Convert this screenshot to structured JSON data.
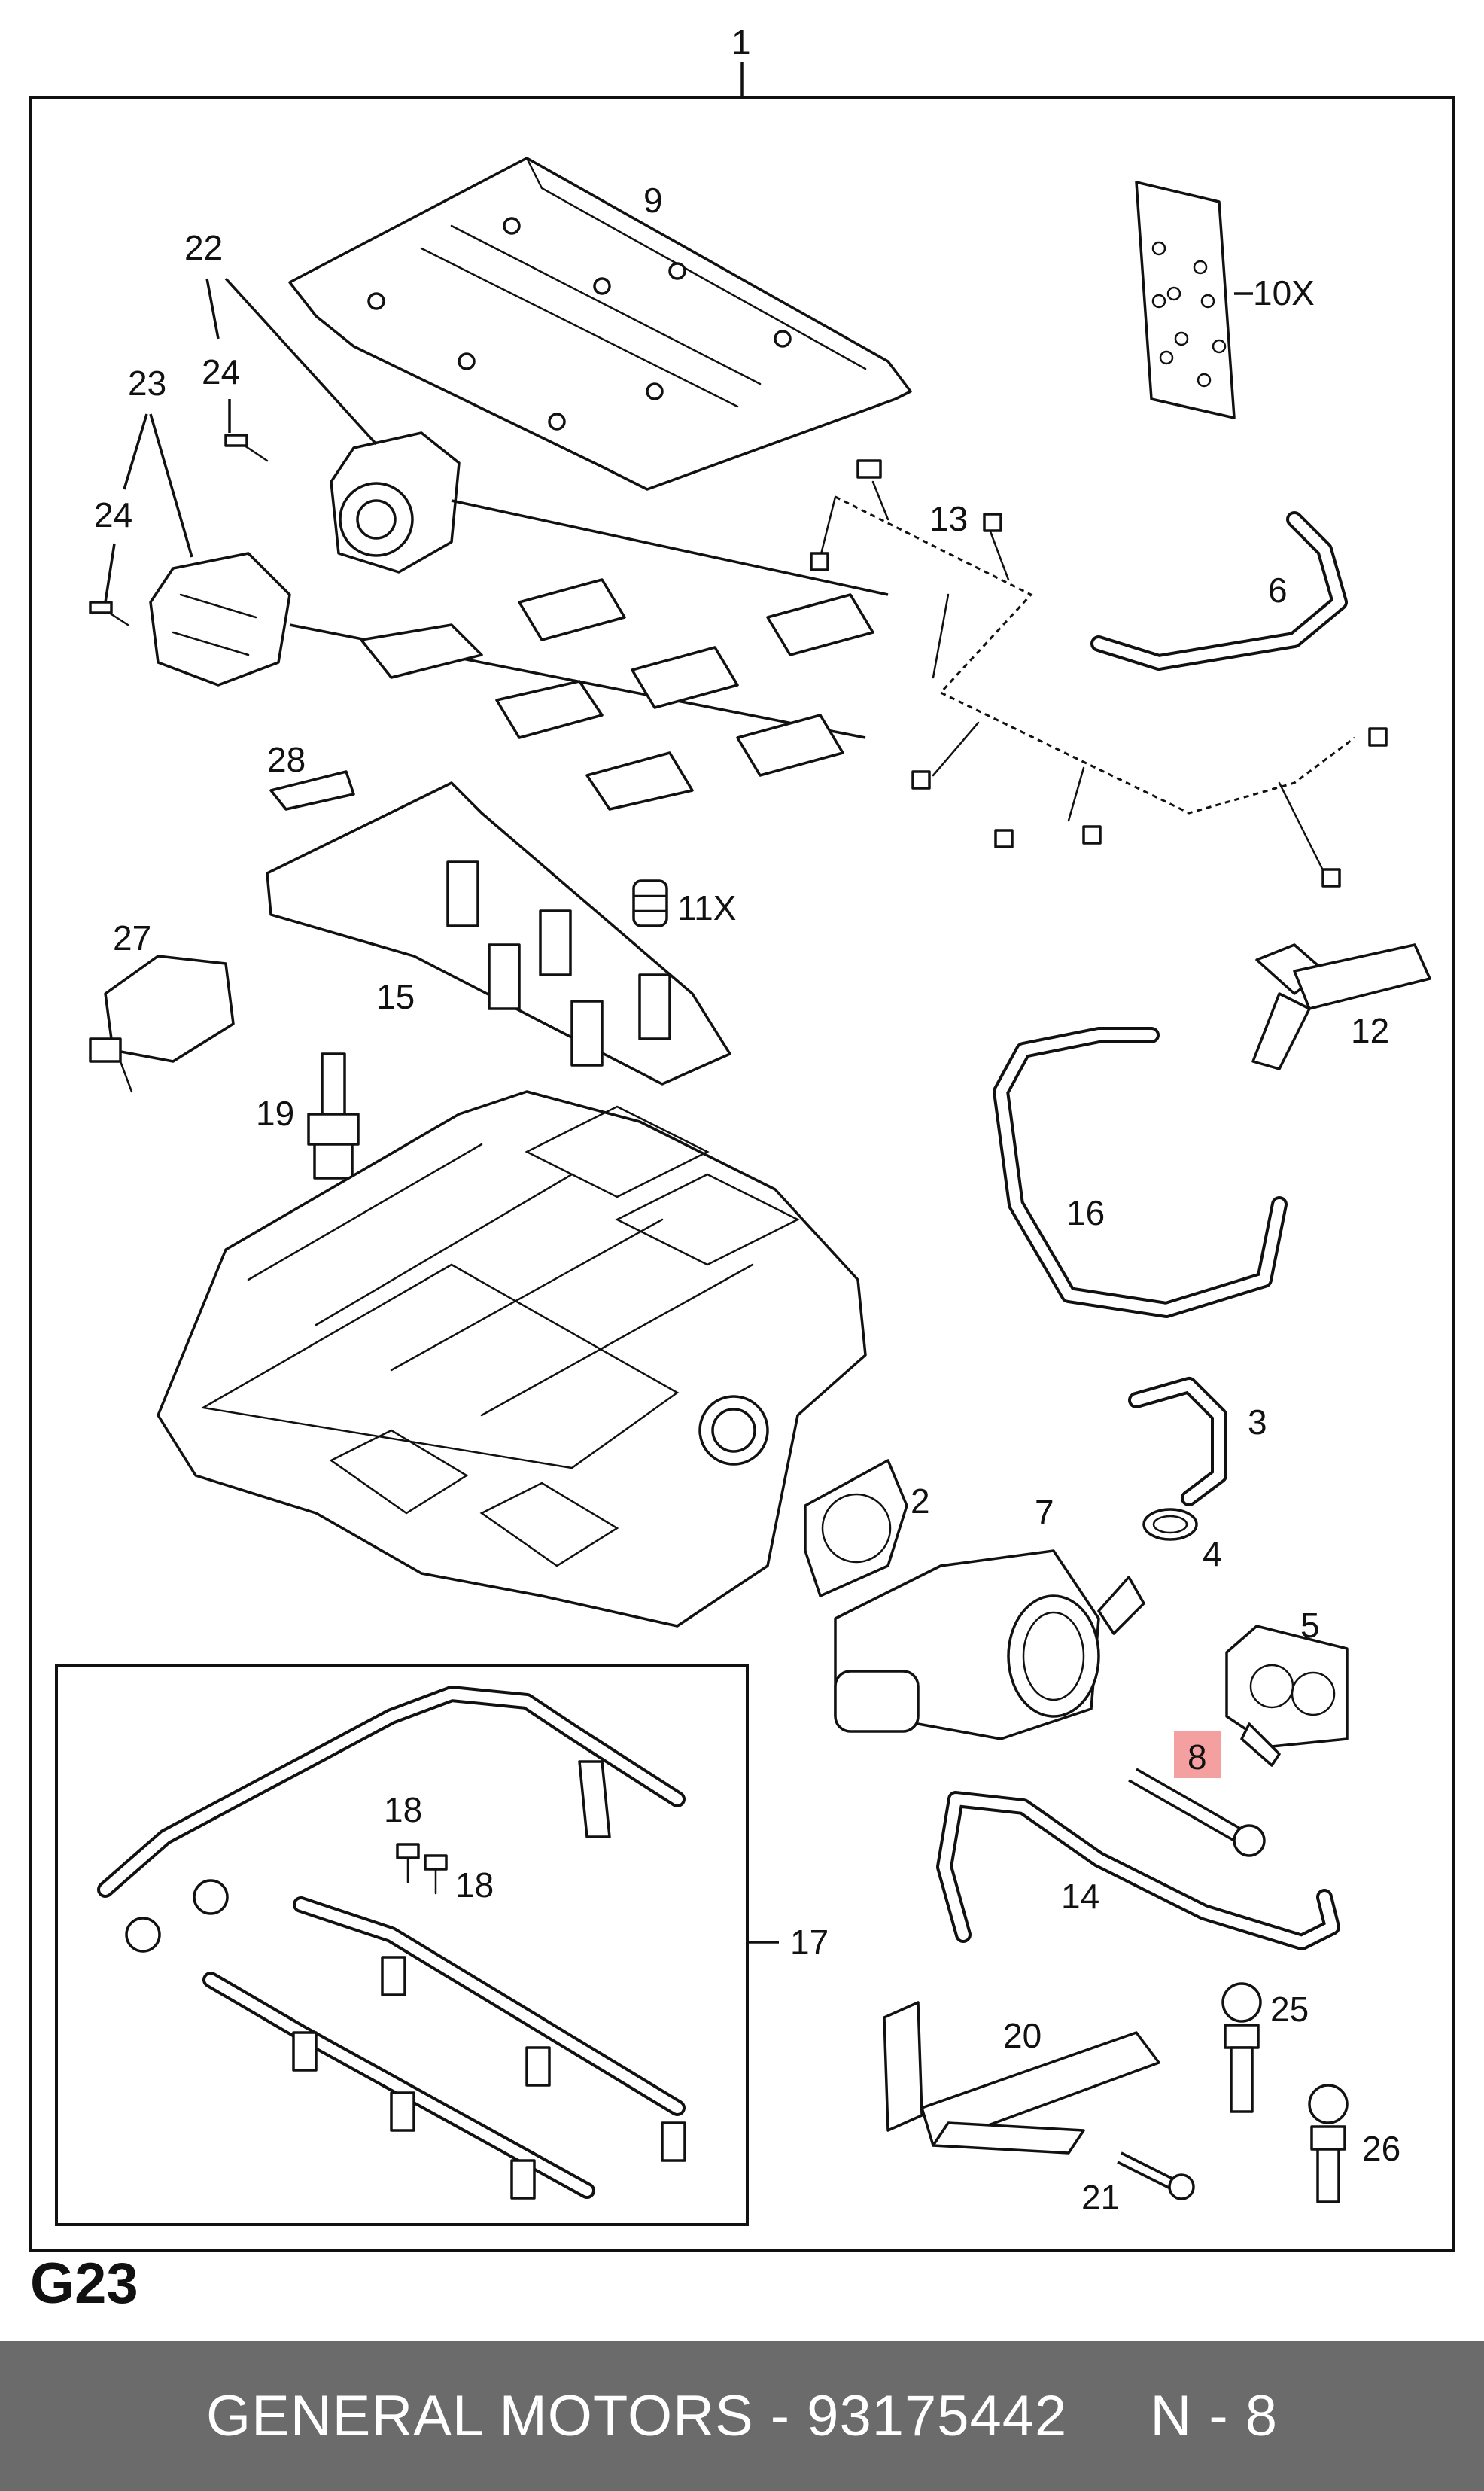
{
  "figure_code": "G23",
  "footer": {
    "brand_part": "GENERAL MOTORS - 93175442",
    "position": "N - 8"
  },
  "callouts": {
    "c1": "1",
    "c2": "2",
    "c3": "3",
    "c4": "4",
    "c5": "5",
    "c6": "6",
    "c7": "7",
    "c8": "8",
    "c9": "9",
    "c10x": "10X",
    "c11x": "11X",
    "c12": "12",
    "c13": "13",
    "c14": "14",
    "c15": "15",
    "c16": "16",
    "c17": "17",
    "c18a": "18",
    "c18b": "18",
    "c19": "19",
    "c20": "20",
    "c21": "21",
    "c22": "22",
    "c23": "23",
    "c24a": "24",
    "c24b": "24",
    "c25": "25",
    "c26": "26",
    "c27": "27",
    "c28": "28"
  },
  "highlight_color": "#f4a0a0",
  "highlighted_callout": "8"
}
